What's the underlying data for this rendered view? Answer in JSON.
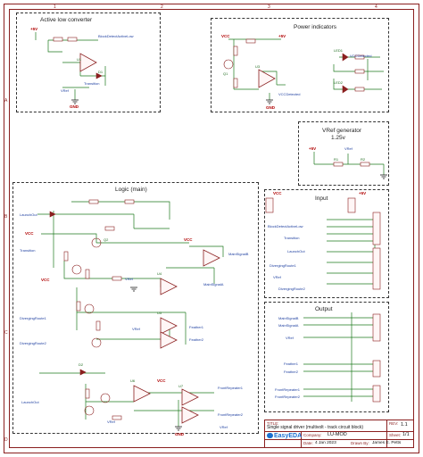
{
  "blocks": {
    "active_low": {
      "title": "Active low converter"
    },
    "power": {
      "title": "Power indicators"
    },
    "vref": {
      "title": "VRef generator",
      "subtitle": "1.25v"
    },
    "logic": {
      "title": "Logic (main)"
    },
    "input": {
      "title": "Input"
    },
    "output": {
      "title": "Output"
    }
  },
  "nets": {
    "block_detect_active_low": "BlockDetectActiveLow",
    "vcc_detected": "VCCDetected",
    "vcc_detected2": "VCCDetected",
    "transition": "Transition",
    "transition2": "Transition",
    "launchout": "LaunchOut",
    "launchout2": "LaunchOut",
    "main_signal_a": "MainSignalA",
    "main_signal_b": "MainSignalB",
    "feather1": "Feather1",
    "feather2": "Feather2",
    "diverging_route1": "DivergingRoute1",
    "diverging_route2": "DivergingRoute2",
    "front_repeater1": "FrontRepeater1",
    "front_repeater2": "FrontRepeater2",
    "vref1": "VRef",
    "vref2": "VRef",
    "vref3": "VRef",
    "vref4": "VRef",
    "vref5": "VRef",
    "vref6": "VRef",
    "vref7": "VRef",
    "vref8": "VRef"
  },
  "power": {
    "vcc": "VCC",
    "p5v": "+5V",
    "gnd": "GND",
    "p5v_sym": "+5V"
  },
  "parts": {
    "u1": "U1",
    "u3": "U3",
    "u4": "U4",
    "u5": "U5",
    "u6": "U6",
    "u7": "U7",
    "led1": "LED1",
    "led2": "LED2",
    "r1": "R1",
    "r2": "R2",
    "q1": "Q1",
    "q2": "Q2",
    "d1": "D1",
    "d2": "D2"
  },
  "title_block": {
    "title_label": "TITLE:",
    "title": "Single signal driver (multivolt - track circuit block)",
    "rev_label": "REV:",
    "rev": "1.1",
    "company_label": "Company:",
    "company": "LU-MOD",
    "sheet_label": "Sheet:",
    "sheet": "1/1",
    "date_label": "Date:",
    "date": "4 Jan 2023",
    "drawn_label": "Drawn By:",
    "drawn_by": "James E. Petts",
    "logo": "EasyEDA"
  },
  "colors": {
    "frame": "#8a1f1f",
    "wire": "#1d7a1d",
    "net_label": "#1e3fa0",
    "power": "#b00000",
    "logo": "#1a6fd0"
  }
}
